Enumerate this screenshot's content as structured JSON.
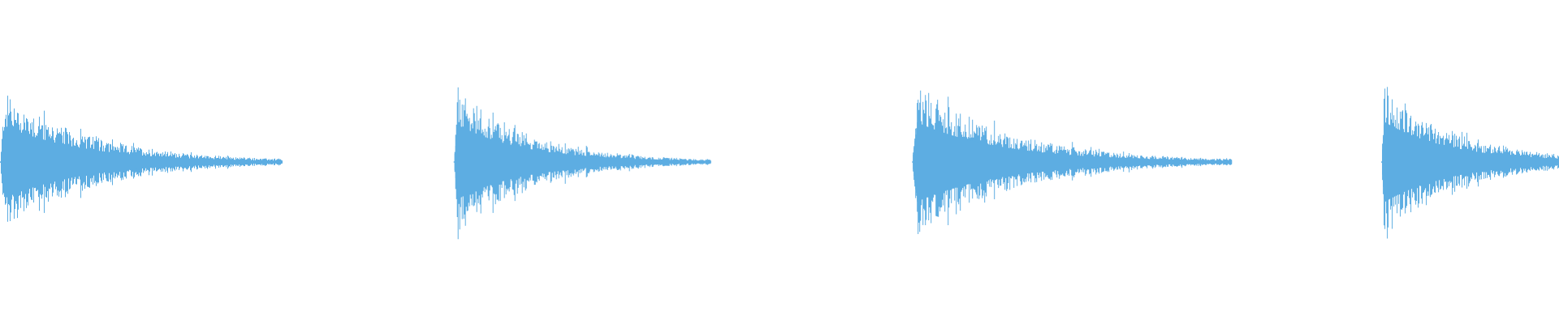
{
  "waveform": {
    "color": "#5DADE2",
    "background": "#FFFFFF",
    "bursts": [
      {
        "start": 0.0,
        "end": 0.181,
        "peak": 0.43,
        "decay": 3.2
      },
      {
        "start": 0.291,
        "end": 0.456,
        "peak": 0.44,
        "decay": 3.4
      },
      {
        "start": 0.585,
        "end": 0.79,
        "peak": 0.47,
        "decay": 3.3
      },
      {
        "start": 0.886,
        "end": 1.0,
        "peak": 0.47,
        "decay": 2.4
      }
    ]
  }
}
